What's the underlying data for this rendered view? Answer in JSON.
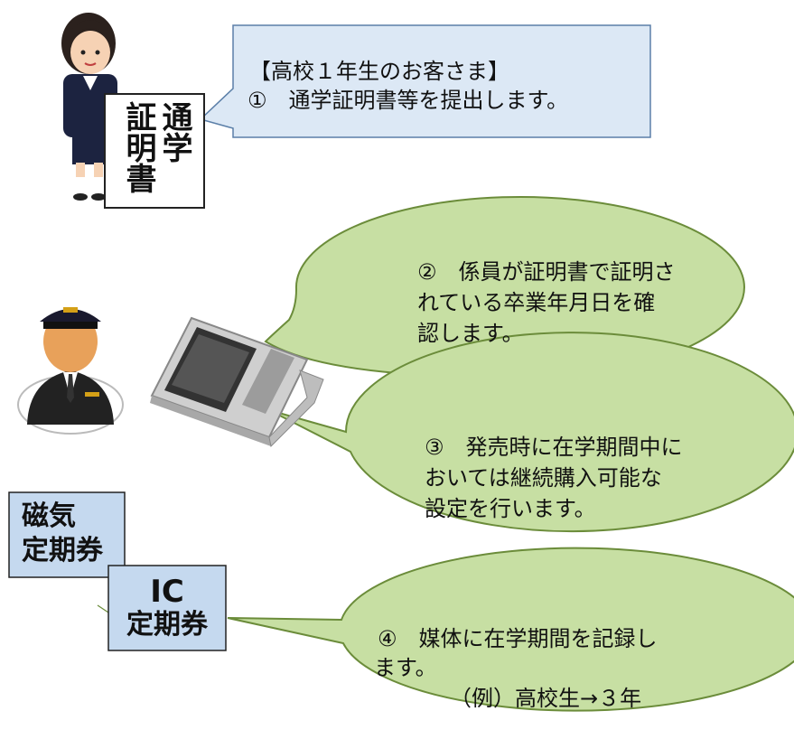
{
  "student": {
    "callout_heading": "【高校１年生のお客さま】",
    "callout_step": "①　通学証明書等を提出します。",
    "certificate_label": "通学証明書",
    "certificate_col1": "証明書",
    "certificate_col2": "通学"
  },
  "staff": {
    "bubble2": "②　係員が証明書で証明さ\nれている卒業年月日を確\n認します。",
    "bubble3": "③　発売時に在学期間中に\nおいては継続購入可能な\n設定を行います。"
  },
  "media": {
    "magnetic_line1": "磁気",
    "magnetic_line2": "定期券",
    "ic_line1": "IC",
    "ic_line2": "定期券",
    "bubble4_line1": "④　媒体に在学期間を記録し",
    "bubble4_line2": "ます。",
    "bubble4_line3": "（例）高校生→３年"
  },
  "colors": {
    "callout_fill": "#dce8f5",
    "callout_stroke": "#5b7fa8",
    "bubble_fill": "#c7dfa3",
    "bubble_stroke": "#6b8c3a",
    "ticket_fill": "#c5d9ef"
  },
  "icons": [
    "student-figure",
    "station-staff-figure",
    "ticket-terminal"
  ]
}
